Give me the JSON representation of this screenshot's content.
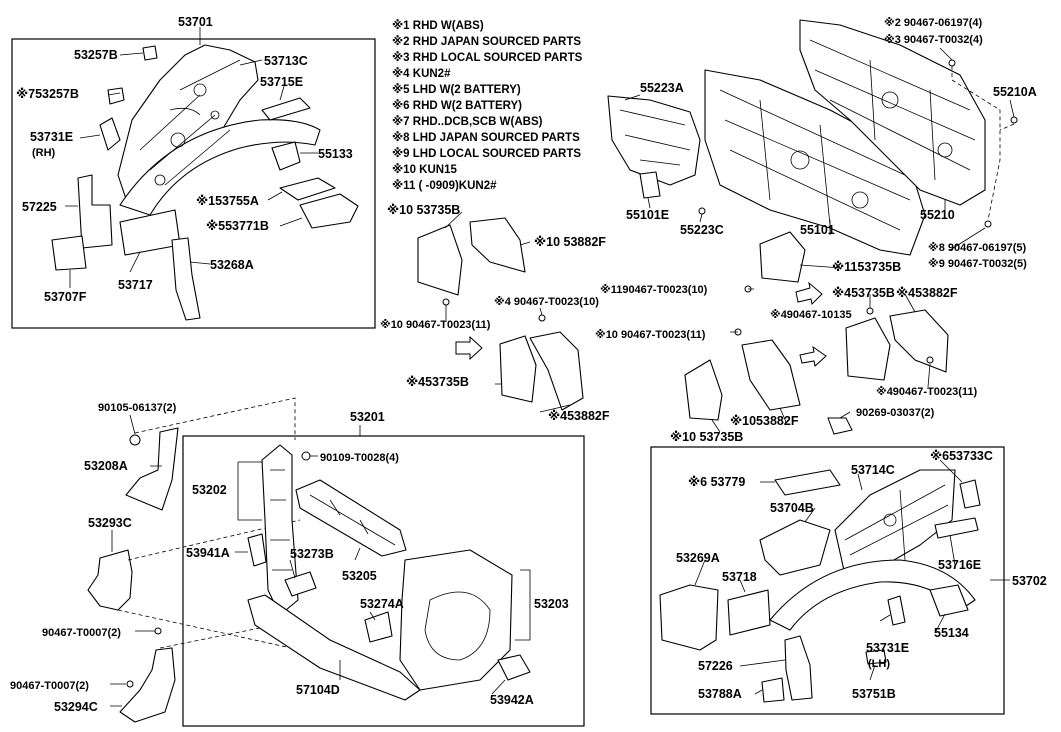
{
  "notes": [
    "※1 RHD W(ABS)",
    "※2 RHD JAPAN SOURCED PARTS",
    "※3 RHD LOCAL SOURCED PARTS",
    "※4 KUN2#",
    "※5 LHD W(2 BATTERY)",
    "※6 RHD W(2 BATTERY)",
    "※7 RHD..DCB,SCB W(ABS)",
    "※8 LHD JAPAN SOURCED PARTS",
    "※9 LHD LOCAL SOURCED PARTS",
    "※10 KUN15",
    "※11 (        -0909)KUN2#"
  ],
  "labels": {
    "p53701": "53701",
    "p53257B": "53257B",
    "p53713C": "53713C",
    "p53715E": "53715E",
    "p53257B_7": "※753257B",
    "p53731E_rh": "53731E",
    "rh": "(RH)",
    "p55133": "55133",
    "p53755A": "※153755A",
    "p53771B": "※553771B",
    "p57225": "57225",
    "p53268A": "53268A",
    "p53707F": "53707F",
    "p53717": "53717",
    "p55223A": "55223A",
    "p55101E": "55101E",
    "p55223C": "55223C",
    "p55101": "55101",
    "p90467_06197_2": "※2 90467-06197(4)",
    "p90467_T0032_3": "※3 90467-T0032(4)",
    "p55210A": "55210A",
    "p55210": "55210",
    "p90467_06197_8": "※8 90467-06197(5)",
    "p90467_T0032_9": "※9 90467-T0032(5)",
    "p53735B_10a": "※10 53735B",
    "p53882F_10a": "※10 53882F",
    "p90467_T0023_10a": "※10 90467-T0023(11)",
    "p90467_T0023_4a": "※4 90467-T0023(10)",
    "p53735B_4a": "※453735B",
    "p53882F_4a": "※453882F",
    "p90467_T0023_11": "※1190467-T0023(10)",
    "p53735B_11": "※1153735B",
    "p90467_T0023_10b": "※10 90467-T0023(11)",
    "p53735B_4b": "※453735B",
    "p53882F_4b": "※453882F",
    "p90467_10135_4": "※490467-10135",
    "p90467_T0023_4b": "※490467-T0023(11)",
    "p53882F_10b": "※1053882F",
    "p53735B_10b": "※10 53735B",
    "p90269_03037": "90269-03037(2)",
    "p90105_06137": "90105-06137(2)",
    "p53208A": "53208A",
    "p53293C": "53293C",
    "p90467_T0007_a": "90467-T0007(2)",
    "p90467_T0007_b": "90467-T0007(2)",
    "p53294C": "53294C",
    "p53201": "53201",
    "p90109_T0028": "90109-T0028(4)",
    "p53202": "53202",
    "p53941A": "53941A",
    "p53273B": "53273B",
    "p53205": "53205",
    "p53274A": "53274A",
    "p53203": "53203",
    "p57104D": "57104D",
    "p53942A": "53942A",
    "p53779": "※6 53779",
    "p53714C": "53714C",
    "p53733C": "※653733C",
    "p53704B": "53704B",
    "p53716E": "53716E",
    "p53702": "53702",
    "p53269A": "53269A",
    "p53718": "53718",
    "p55134": "55134",
    "p53731E_lh": "53731E",
    "lh": "(LH)",
    "p57226": "57226",
    "p53788A": "53788A",
    "p53751B": "53751B"
  }
}
